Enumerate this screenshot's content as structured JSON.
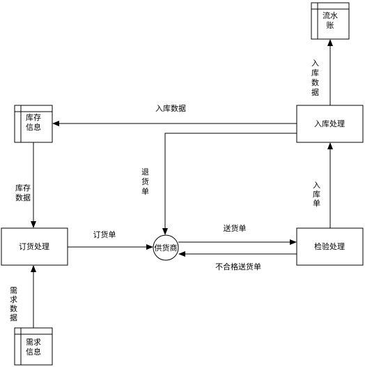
{
  "nodes": {
    "liushui": {
      "line1": "流水",
      "line2": "账"
    },
    "kucun": {
      "line1": "库存",
      "line2": "信息"
    },
    "xuqiu": {
      "line1": "需求",
      "line2": "信息"
    },
    "ruku": {
      "label": "入库处理"
    },
    "dinghuo": {
      "label": "订货处理"
    },
    "jianyan": {
      "label": "检验处理"
    },
    "gonghuoshang": {
      "label": "供货商"
    }
  },
  "edges": {
    "ruku_to_liushui": "入库数据",
    "ruku_to_kucun": "入库数据",
    "ruku_to_supplier": "退货单",
    "kucun_to_dinghuo": "库存数据",
    "dinghuo_to_supplier": "订货单",
    "supplier_to_jianyan": "送货单",
    "jianyan_to_supplier": "不合格送货单",
    "jianyan_to_ruku": "入库单",
    "xuqiu_to_dinghuo": "需求数据"
  }
}
